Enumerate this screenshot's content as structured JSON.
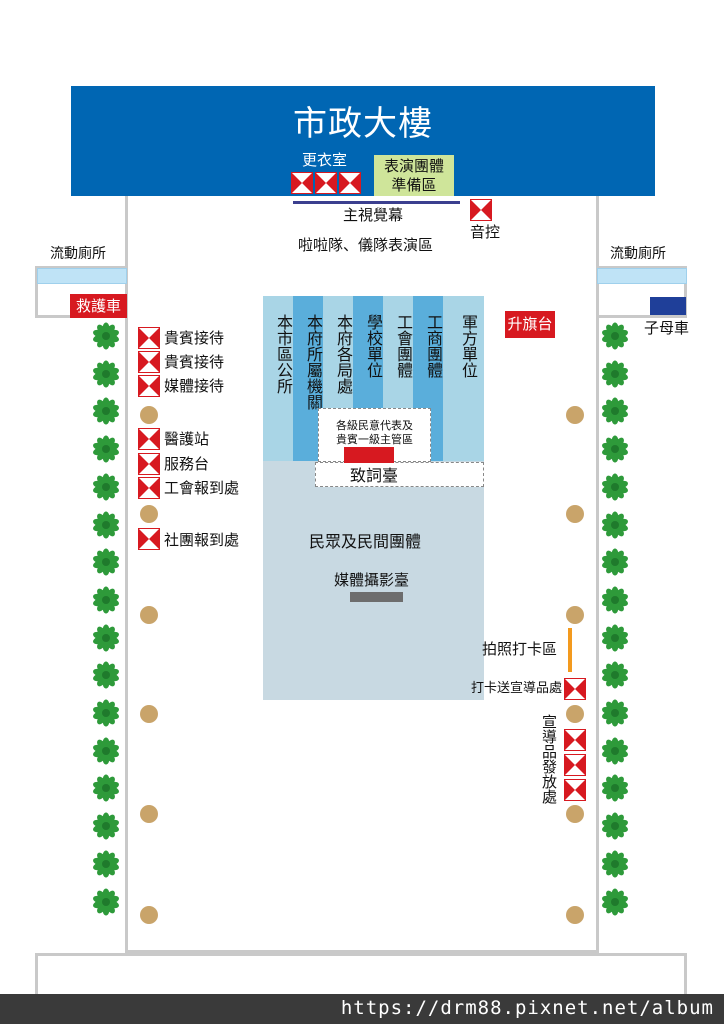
{
  "building": {
    "title": "市政大樓"
  },
  "top": {
    "dressing_room": "更衣室",
    "performance_prep_line1": "表演團體",
    "performance_prep_line2": "準備區",
    "main_screen": "主視覺幕",
    "sound_control": "音控",
    "cheer_area": "啦啦隊、儀隊表演區"
  },
  "toilets": {
    "left": "流動廁所",
    "right": "流動廁所"
  },
  "ambulance": "救護車",
  "flag": "升旗台",
  "mobile_car": "子母車",
  "left_stations": [
    "貴賓接待",
    "貴賓接待",
    "媒體接待",
    "醫護站",
    "服務台",
    "工會報到處",
    "社團報到處"
  ],
  "columns": [
    "本市區公所",
    "本府所屬機關",
    "本府各局處",
    "學校單位",
    "工會團體",
    "工商團體",
    "軍方單位"
  ],
  "stage": {
    "vip_line1": "各級民意代表及",
    "vip_line2": "貴賓一級主管區",
    "podium": "致詞臺"
  },
  "public_area": "民眾及民間團體",
  "media_stand": "媒體攝影臺",
  "photo_spot": "拍照打卡區",
  "checkin_gift": "打卡送宣導品處",
  "souvenir": "宣導品發放處",
  "footer": "https://drm88.pixnet.net/album",
  "colors": {
    "building": "#0066b3",
    "red": "#d71920",
    "column_dark": "#5aaedb",
    "column_light": "#a9d5e6",
    "plaza": "#c8d9e2",
    "tree": "#2e9a3a"
  }
}
